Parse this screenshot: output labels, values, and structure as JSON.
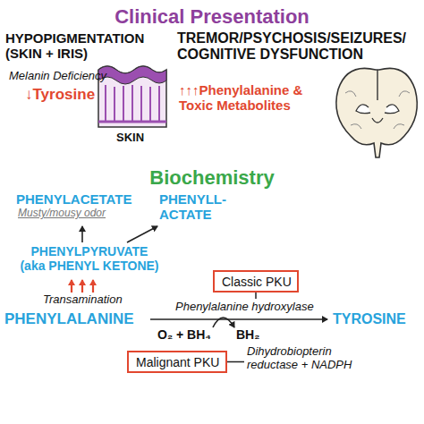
{
  "diagram": {
    "title": "Clinical Presentation",
    "nodes": [
      {
        "text": [
          "Classic PKU"
        ]
      },
      {
        "text": [
          "Malignant PKU"
        ]
      }
    ],
    "labels": [
      "HYPOPIGMENTATION (SKIN + IRIS)",
      "Melanin Deficiency",
      "↓Tyrosine",
      "SKIN",
      "TREMOR/PSYCHOSIS/SEIZURES/ COGNITIVE DYSFUNCTION",
      "↑↑↑Phenylalanine & Toxic Metabolites",
      "Biochemistry",
      "PHENYLACETATE",
      "Musty/mousy odor",
      "PHENYLL- ACTATE",
      "PHENYLPYRUVATE (aka PHENYL KETONE)",
      "Transamination",
      "PHENYLALANINE",
      "Phenylalanine hydroxylase",
      "TYROSINE",
      "O₂ + BH₄",
      "BH₂",
      "Dihydrobiopterin reductase + NADPH"
    ]
  }
}
